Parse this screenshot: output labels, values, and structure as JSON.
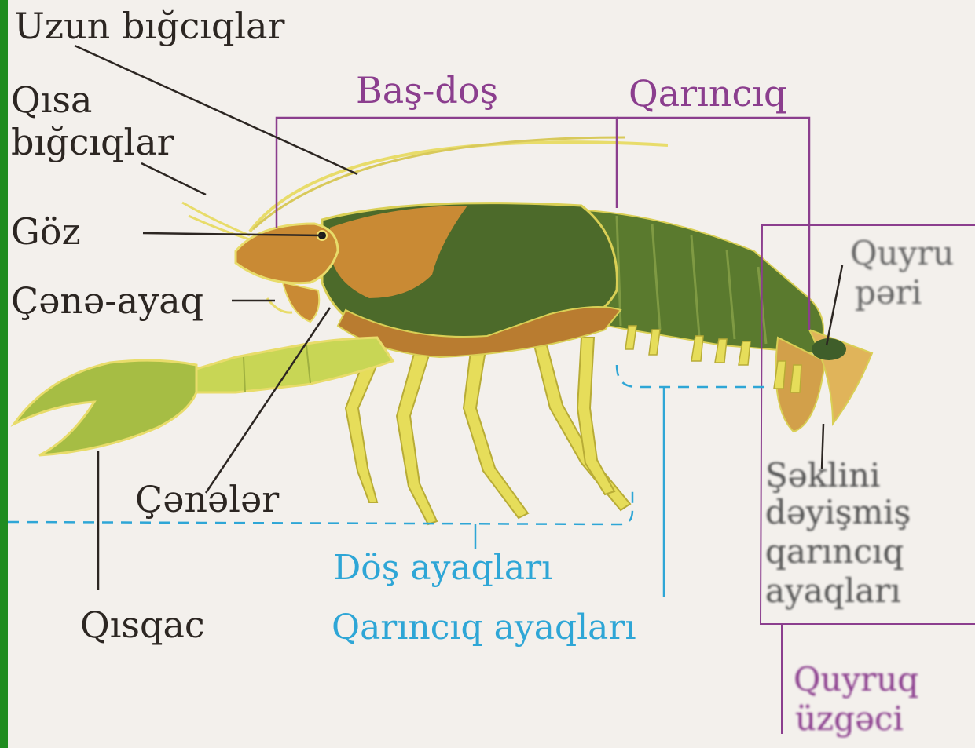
{
  "diagram": {
    "labels": {
      "long_antennae": "Uzun bığcıqlar",
      "short_antennae_l1": "Qısa",
      "short_antennae_l2": "bığcıqlar",
      "eye": "Göz",
      "maxilliped": "Çənə-ayaq",
      "jaws": "Çənələr",
      "claw": "Qısqac",
      "cephalothorax": "Baş-doş",
      "abdomen": "Qarıncıq",
      "abdomen_appendage_l1": "Quyru",
      "abdomen_appendage_l2": "pəri",
      "modified_legs_l1": "Şəklini",
      "modified_legs_l2": "dəyişmiş",
      "modified_legs_l3": "qarıncıq",
      "modified_legs_l4": "ayaqları",
      "thoracic_legs": "Döş ayaqları",
      "abdominal_legs": "Qarıncıq ayaqları",
      "tail_fin_l1": "Quyruq",
      "tail_fin_l2": "üzgəci"
    },
    "colors": {
      "frame_border": "#1f8c1f",
      "label_dark": "#2c2622",
      "label_purple": "#8b3e8e",
      "label_blue": "#2ea6d6",
      "body_dark_green": "#4c6a2a",
      "body_orange": "#c98a34",
      "legs_yellow": "#e6dd5a",
      "claw_green": "#a6bd44"
    }
  }
}
